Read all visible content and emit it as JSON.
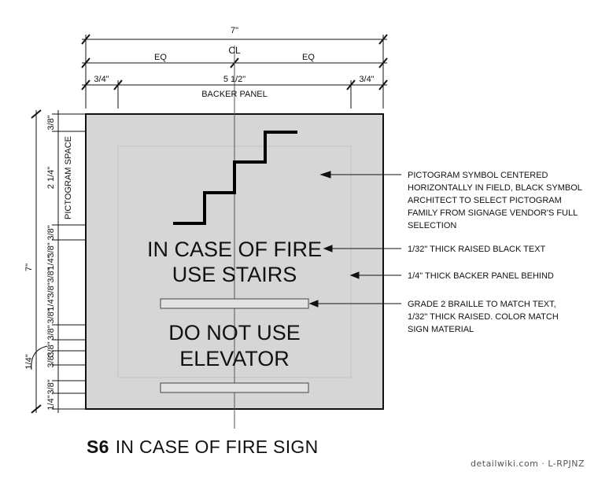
{
  "dimensions": {
    "overall_width": "7\"",
    "eq_left": "EQ",
    "eq_right": "EQ",
    "centerline_symbol": "CL",
    "left_margin": "3/4\"",
    "center_width": "5 1/2\"",
    "right_margin": "3/4\"",
    "backer_panel": "BACKER PANEL",
    "overall_height": "7\"",
    "vertical_segments": [
      "3/8\"",
      "2 1/4\"",
      "3/8\"",
      "3/8\"",
      "1/4\"",
      "3/8\"",
      "3/8\"",
      "1/4\"",
      "3/8\"",
      "3/8\"",
      "3/8\"",
      "3/8\"",
      "3/8\"",
      "1/4\""
    ],
    "pictogram_space": "PICTOGRAM SPACE",
    "side_quarter": "1/4\""
  },
  "sign": {
    "line1": "IN CASE OF FIRE",
    "line2": "USE STAIRS",
    "line3": "DO NOT USE",
    "line4": "ELEVATOR"
  },
  "notes": {
    "pictogram": [
      "PICTOGRAM SYMBOL CENTERED",
      "HORIZONTALLY IN FIELD, BLACK SYMBOL",
      "ARCHITECT TO SELECT PICTOGRAM",
      "FAMILY FROM SIGNAGE VENDOR'S FULL",
      "SELECTION"
    ],
    "raised_text": "1/32\" THICK RAISED BLACK TEXT",
    "backer": "1/4\" THICK BACKER PANEL BEHIND",
    "braille": [
      "GRADE 2 BRAILLE TO MATCH TEXT,",
      "1/32\" THICK RAISED. COLOR MATCH",
      "SIGN MATERIAL"
    ]
  },
  "title": {
    "code": "S6",
    "text": "IN CASE OF FIRE SIGN"
  },
  "watermark": "detailwiki.com · L-RPJNZ",
  "colors": {
    "panel_fill": "#d6d6d6",
    "line": "#111111",
    "braille_fill": "#e2e2e2"
  }
}
